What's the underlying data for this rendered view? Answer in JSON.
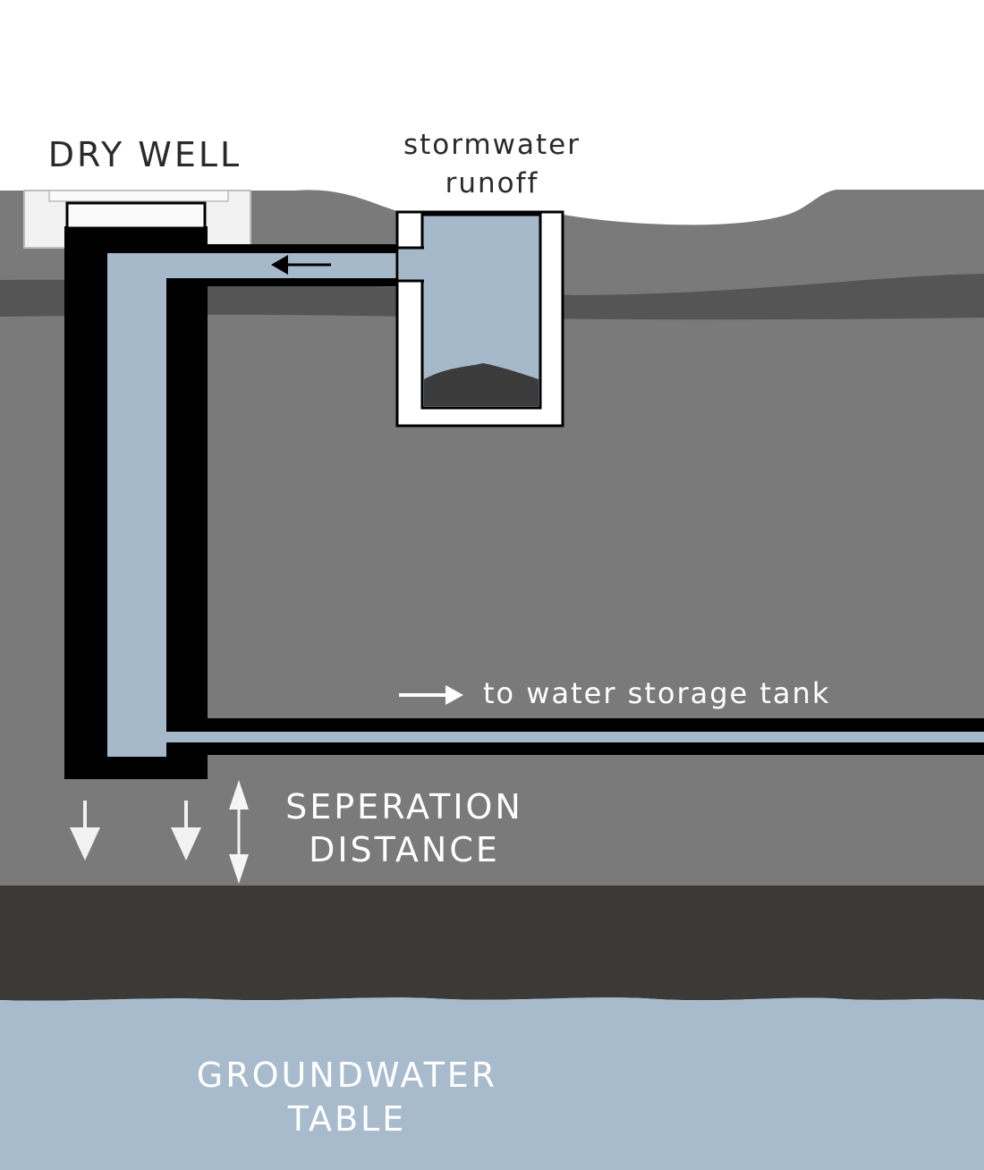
{
  "labels": {
    "dry_well": "DRY WELL",
    "stormwater_line1": "stormwater",
    "stormwater_line2": "runoff",
    "to_storage": "to water storage tank",
    "separation_line1": "SEPERATION",
    "separation_line2": "DISTANCE",
    "groundwater_line1": "GROUNDWATER",
    "groundwater_line2": "TABLE"
  },
  "colors": {
    "sky": "#ffffff",
    "soil": "#7a7a7a",
    "dark_soil": "#555555",
    "pipe_wall": "#000000",
    "water": "#a6b9cb",
    "aquitard": "#3c3a37",
    "groundwater": "#a7bbcd",
    "lid": "#f4f4f4"
  }
}
